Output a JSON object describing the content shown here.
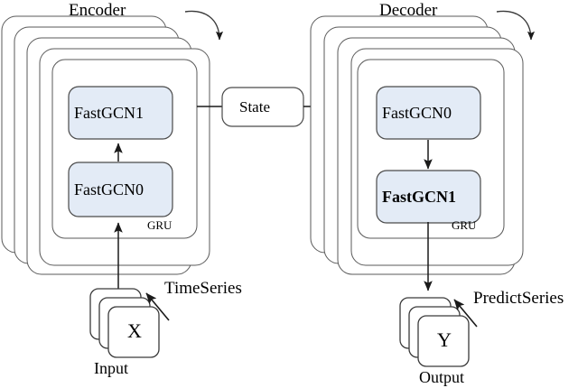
{
  "diagram": {
    "title_hidden": "",
    "colors": {
      "node_fill": "#e3ebf6",
      "node_stroke": "#4a4a4a",
      "card_stroke": "#5a5a5a",
      "arrow": "#1a1a1a",
      "background": "#ffffff"
    },
    "encoder": {
      "label": "Encoder",
      "inner_label": "GRU",
      "stack_count": 4,
      "nodes": [
        {
          "label": "FastGCN1",
          "id": "encoder-fastgcn1"
        },
        {
          "label": "FastGCN0",
          "id": "encoder-fastgcn0"
        }
      ],
      "recurrence_icon": "curved-recurrence-arrow"
    },
    "decoder": {
      "label": "Decoder",
      "inner_label": "GRU",
      "stack_count": 4,
      "nodes": [
        {
          "label": "FastGCN0",
          "id": "decoder-fastgcn0"
        },
        {
          "label": "FastGCN1",
          "id": "decoder-fastgcn1"
        }
      ],
      "recurrence_icon": "curved-recurrence-arrow"
    },
    "state": {
      "label": "State"
    },
    "input": {
      "card_label": "X",
      "caption": "Input",
      "stack_count": 3,
      "edge_label": "TimeSeries"
    },
    "output": {
      "card_label": "Y",
      "caption": "Output",
      "stack_count": 3,
      "edge_label": "PredictSeries"
    }
  }
}
